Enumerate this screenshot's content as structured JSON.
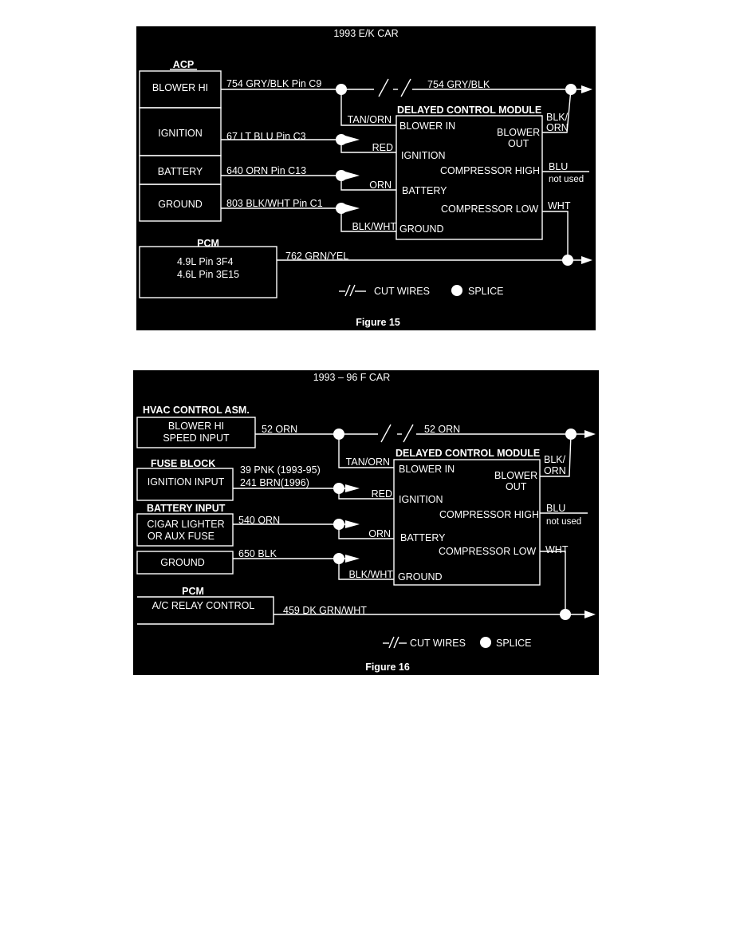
{
  "fig15": {
    "title": "1993  E/K CAR",
    "caption": "Figure 15",
    "source_header": "ACP",
    "sources": [
      "BLOWER HI",
      "IGNITION",
      "BATTERY",
      "GROUND"
    ],
    "wires": [
      "754 GRY/BLK  Pin C9",
      "67 LT BLU Pin C3",
      "640 ORN Pin C13",
      "803 BLK/WHT Pin C1"
    ],
    "wire_out": "754 GRY/BLK",
    "module_title": "DELAYED CONTROL MODULE",
    "module_inputs": [
      "BLOWER IN",
      "IGNITION",
      "BATTERY",
      "GROUND"
    ],
    "input_colors": [
      "TAN/ORN",
      "RED",
      "ORN",
      "BLK/WHT"
    ],
    "module_outputs": [
      "BLOWER",
      "OUT",
      "COMPRESSOR HIGH",
      "COMPRESSOR LOW"
    ],
    "output_colors": [
      "BLK/",
      "ORN",
      "BLU",
      "not used",
      "WHT"
    ],
    "pcm_header": "PCM",
    "pcm_lines": [
      "4.9L Pin 3F4",
      "4.6L Pin 3E15"
    ],
    "pcm_wire": "762 GRN/YEL",
    "legend_cut": "CUT WIRES",
    "legend_splice": "SPLICE"
  },
  "fig16": {
    "title": "1993 – 96  F CAR",
    "caption": "Figure 16",
    "headers": [
      "HVAC CONTROL ASM.",
      "FUSE BLOCK",
      "BATTERY INPUT",
      "PCM"
    ],
    "sources": [
      "BLOWER HI",
      "SPEED INPUT",
      "IGNITION INPUT",
      "CIGAR LIGHTER",
      "OR AUX FUSE",
      "GROUND",
      "A/C RELAY CONTROL"
    ],
    "wires": [
      "52 ORN",
      "39 PNK (1993-95)",
      "241 BRN(1996)",
      "540 ORN",
      "650 BLK",
      "459 DK GRN/WHT"
    ],
    "wire_out": "52 ORN",
    "module_title": "DELAYED CONTROL MODULE",
    "module_inputs": [
      "BLOWER IN",
      "IGNITION",
      "BATTERY",
      "GROUND"
    ],
    "input_colors": [
      "TAN/ORN",
      "RED",
      "ORN",
      "BLK/WHT"
    ],
    "module_outputs": [
      "BLOWER",
      "OUT",
      "COMPRESSOR HIGH",
      "COMPRESSOR LOW"
    ],
    "output_colors": [
      "BLK/",
      "ORN",
      "BLU",
      "not used",
      "WHT"
    ],
    "legend_cut": "CUT WIRES",
    "legend_splice": "SPLICE"
  }
}
